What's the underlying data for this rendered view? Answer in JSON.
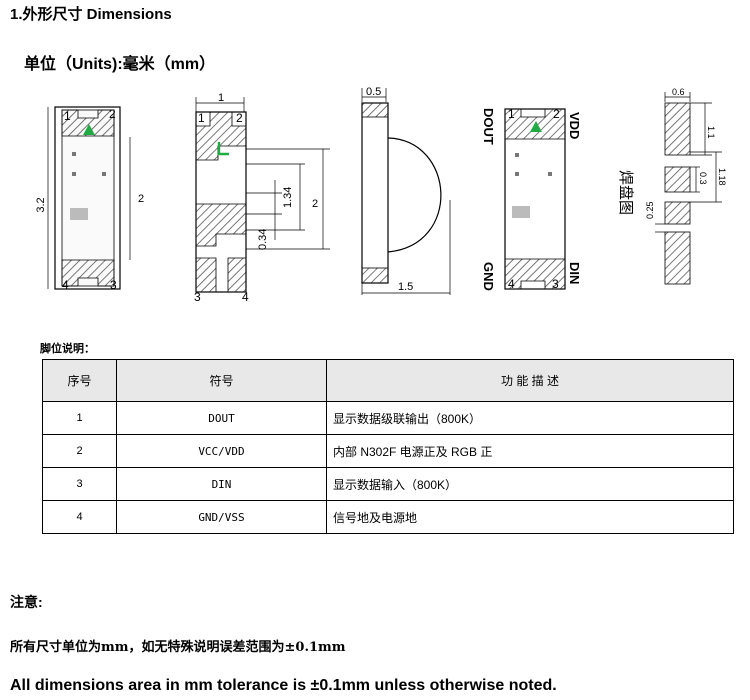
{
  "heading": {
    "title": "1.外形尺寸 Dimensions",
    "units": "单位（Units):毫米（mm）"
  },
  "drawing": {
    "dim_total_height": "3.2",
    "dim_inner_height": "2",
    "dim_width": "1",
    "dim_pad_gap": "1.34",
    "dim_pad_height": "0.34",
    "dim_side_depth": "0.5",
    "dim_side_length": "1.5",
    "dim_solder_width": "0.6",
    "dim_solder_pad": "1.1",
    "dim_solder_mid": "1.18",
    "dim_solder_gap": "0.3",
    "dim_solder_bottom": "0.25",
    "pin1": "1",
    "pin2": "2",
    "pin3": "3",
    "pin4": "4",
    "label_vdd": "VDD",
    "label_dout": "DOUT",
    "label_din": "DIN",
    "label_gnd": "GND",
    "solder_label": "焊盘图"
  },
  "pin_table": {
    "caption": "脚位说明：",
    "headers": [
      "序号",
      "符号",
      "功 能 描 述"
    ],
    "rows": [
      {
        "num": "1",
        "symbol": "DOUT",
        "desc": "显示数据级联输出（800K）"
      },
      {
        "num": "2",
        "symbol": "VCC/VDD",
        "desc": "内部 N302F 电源正及 RGB 正"
      },
      {
        "num": "3",
        "symbol": "DIN",
        "desc": "显示数据输入（800K）"
      },
      {
        "num": "4",
        "symbol": "GND/VSS",
        "desc": "信号地及电源地"
      }
    ]
  },
  "notes": {
    "title": "注意:",
    "cn": "所有尺寸单位为mm，如无特殊说明误差范围为±0.1mm",
    "en": "All dimensions area in mm tolerance is ±0.1mm unless otherwise noted."
  },
  "colors": {
    "led_triangle": "#22aa44",
    "hatch": "#555555"
  }
}
